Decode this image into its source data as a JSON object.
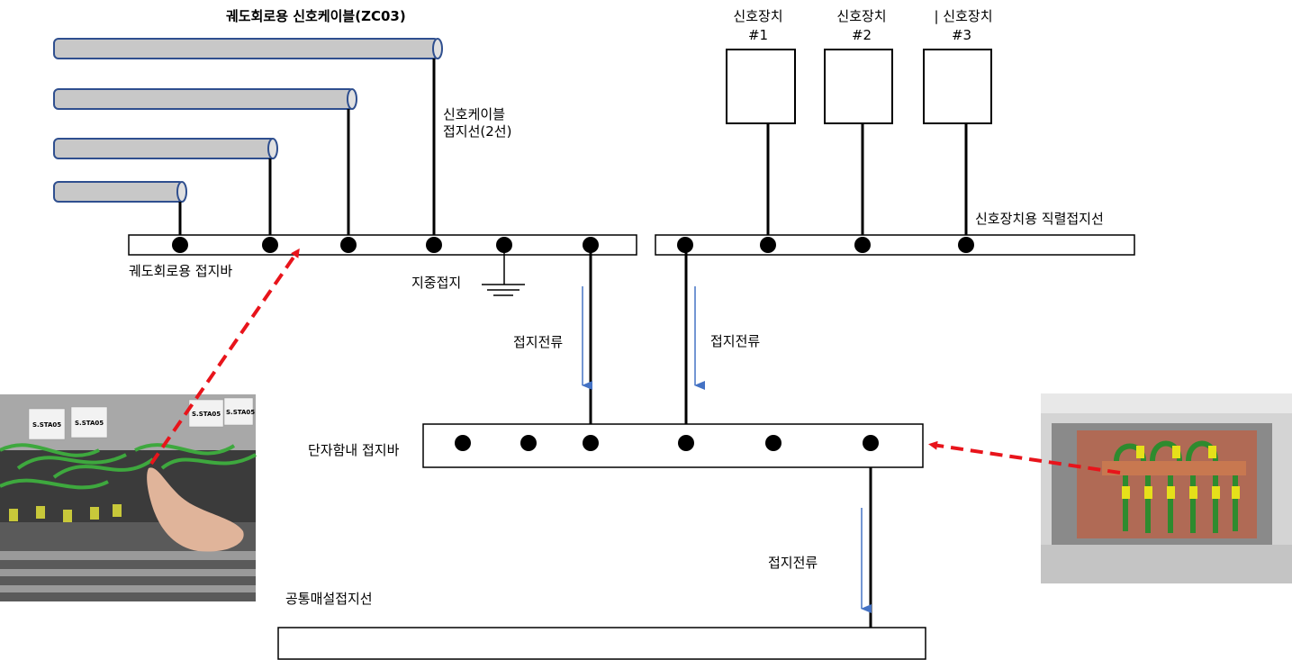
{
  "labels": {
    "cable_title": "궤도회로용 신호케이블(ZC03)",
    "cable_ground_line1": "신호케이블",
    "cable_ground_line2": "접지선(2선)",
    "device1_line1": "신호장치",
    "device1_line2": "#1",
    "device2_line1": "신호장치",
    "device2_line2": "#2",
    "device3_line1": "| 신호장치",
    "device3_line2": "#3",
    "device_series_ground": "신호장치용  직렬접지선",
    "track_bar": "궤도회로용 접지바",
    "earth_ground": "지중접지",
    "ground_current_1": "접지전류",
    "ground_current_2": "접지전류",
    "ground_current_3": "접지전류",
    "terminal_bar": "단자함내 접지바",
    "common_ground": "공통매설접지선"
  },
  "photo_left": {
    "tags": [
      "S.STA05",
      "S.STA05",
      "S.STA05",
      "S.STA05"
    ]
  },
  "colors": {
    "cable_fill": "#c8c8c8",
    "cable_stroke": "#2f4f8f",
    "arrow_red": "#e8141b",
    "current_arrow": "#4472c4",
    "wire_green": "#2e8b2e",
    "copper": "#c87850"
  }
}
